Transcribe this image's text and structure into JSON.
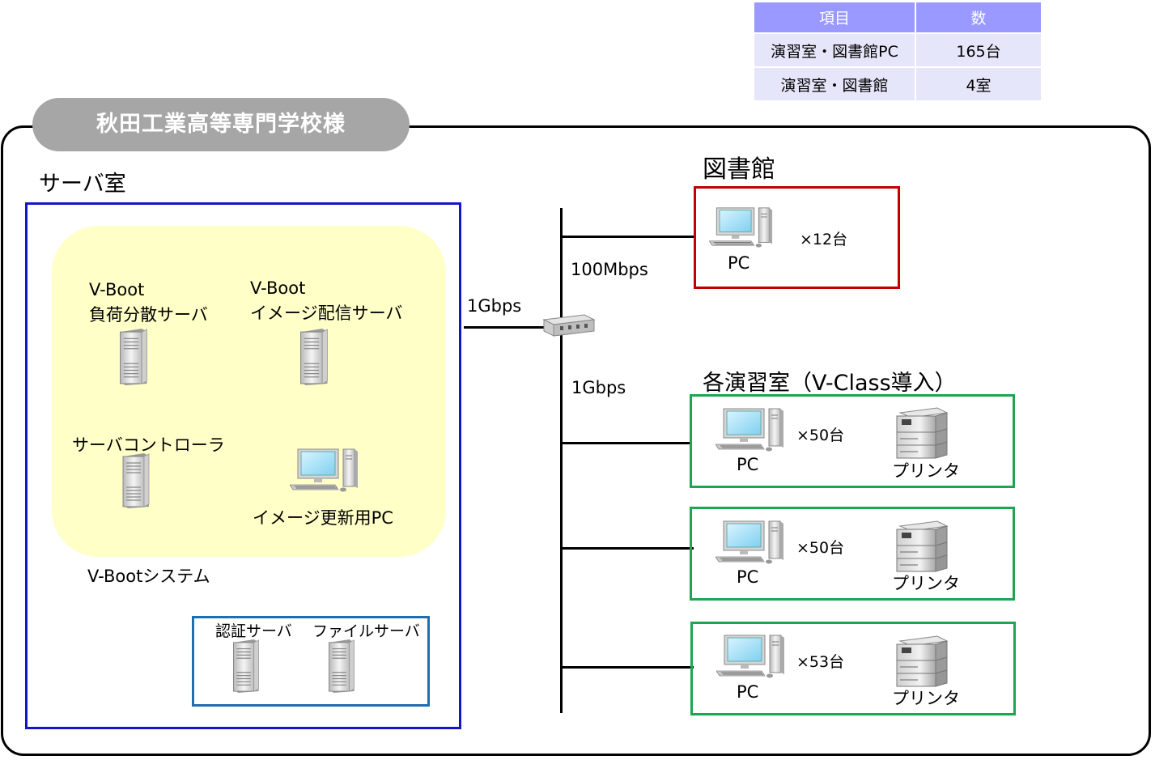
{
  "summary_table": {
    "headers": [
      "項目",
      "数"
    ],
    "rows": [
      [
        "演習室・図書館PC",
        "165台"
      ],
      [
        "演習室・図書館",
        "4室"
      ]
    ],
    "header_color": "#9999ff",
    "row_color": "#e6e6fa"
  },
  "school_name": "秋田工業高等専門学校様",
  "server_room": {
    "title": "サーバ室",
    "vboot_system_label": "V-Bootシステム",
    "lb_server_label_1": "V-Boot",
    "lb_server_label_2": "負荷分散サーバ",
    "image_server_label_1": "V-Boot",
    "image_server_label_2": "イメージ配信サーバ",
    "controller_label": "サーバコントローラ",
    "update_pc_label": "イメージ更新用PC",
    "auth_server_label": "認証サーバ",
    "file_server_label": "ファイルサーバ"
  },
  "links": {
    "server_to_switch": "1Gbps",
    "library_link": "100Mbps",
    "lab_link": "1Gbps"
  },
  "library": {
    "title": "図書館",
    "pc_label": "PC",
    "count": "×12台"
  },
  "labs": {
    "title": "各演習室（V-Class導入）",
    "rooms": [
      {
        "pc_label": "PC",
        "count": "×50台",
        "printer_label": "プリンタ"
      },
      {
        "pc_label": "PC",
        "count": "×50台",
        "printer_label": "プリンタ"
      },
      {
        "pc_label": "PC",
        "count": "×53台",
        "printer_label": "プリンタ"
      }
    ]
  },
  "colors": {
    "server_room_border": "#1515c8",
    "vboot_area": "#ffffc8",
    "auth_border": "#1e6eb4",
    "library_border": "#c00000",
    "lab_border": "#1fa54f",
    "school_tab": "#a6a6a6"
  }
}
